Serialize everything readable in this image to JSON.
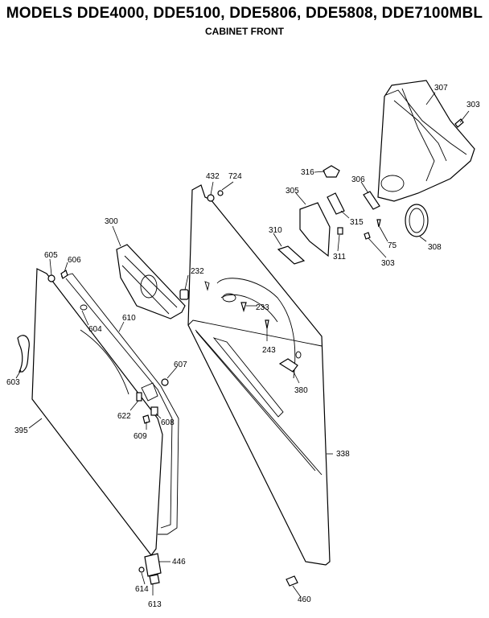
{
  "header": {
    "title": "MODELS DDE4000, DDE5100, DDE5806, DDE5808, DDE7100MBL",
    "subtitle": "CABINET FRONT"
  },
  "callouts": [
    {
      "id": "c307",
      "text": "307"
    },
    {
      "id": "c303a",
      "text": "303"
    },
    {
      "id": "c432",
      "text": "432"
    },
    {
      "id": "c724",
      "text": "724"
    },
    {
      "id": "c316",
      "text": "316"
    },
    {
      "id": "c306",
      "text": "306"
    },
    {
      "id": "c305",
      "text": "305"
    },
    {
      "id": "c315",
      "text": "315"
    },
    {
      "id": "c300",
      "text": "300"
    },
    {
      "id": "c310",
      "text": "310"
    },
    {
      "id": "c311",
      "text": "311"
    },
    {
      "id": "c75",
      "text": "75"
    },
    {
      "id": "c303b",
      "text": "303"
    },
    {
      "id": "c308",
      "text": "308"
    },
    {
      "id": "c605",
      "text": "605"
    },
    {
      "id": "c606",
      "text": "606"
    },
    {
      "id": "c232",
      "text": "232"
    },
    {
      "id": "c233",
      "text": "233"
    },
    {
      "id": "c604",
      "text": "604"
    },
    {
      "id": "c610",
      "text": "610"
    },
    {
      "id": "c243",
      "text": "243"
    },
    {
      "id": "c603",
      "text": "603"
    },
    {
      "id": "c607",
      "text": "607"
    },
    {
      "id": "c380",
      "text": "380"
    },
    {
      "id": "c622",
      "text": "622"
    },
    {
      "id": "c608",
      "text": "608"
    },
    {
      "id": "c395",
      "text": "395"
    },
    {
      "id": "c609",
      "text": "609"
    },
    {
      "id": "c338",
      "text": "338"
    },
    {
      "id": "c446",
      "text": "446"
    },
    {
      "id": "c614",
      "text": "614"
    },
    {
      "id": "c613",
      "text": "613"
    },
    {
      "id": "c460",
      "text": "460"
    }
  ]
}
